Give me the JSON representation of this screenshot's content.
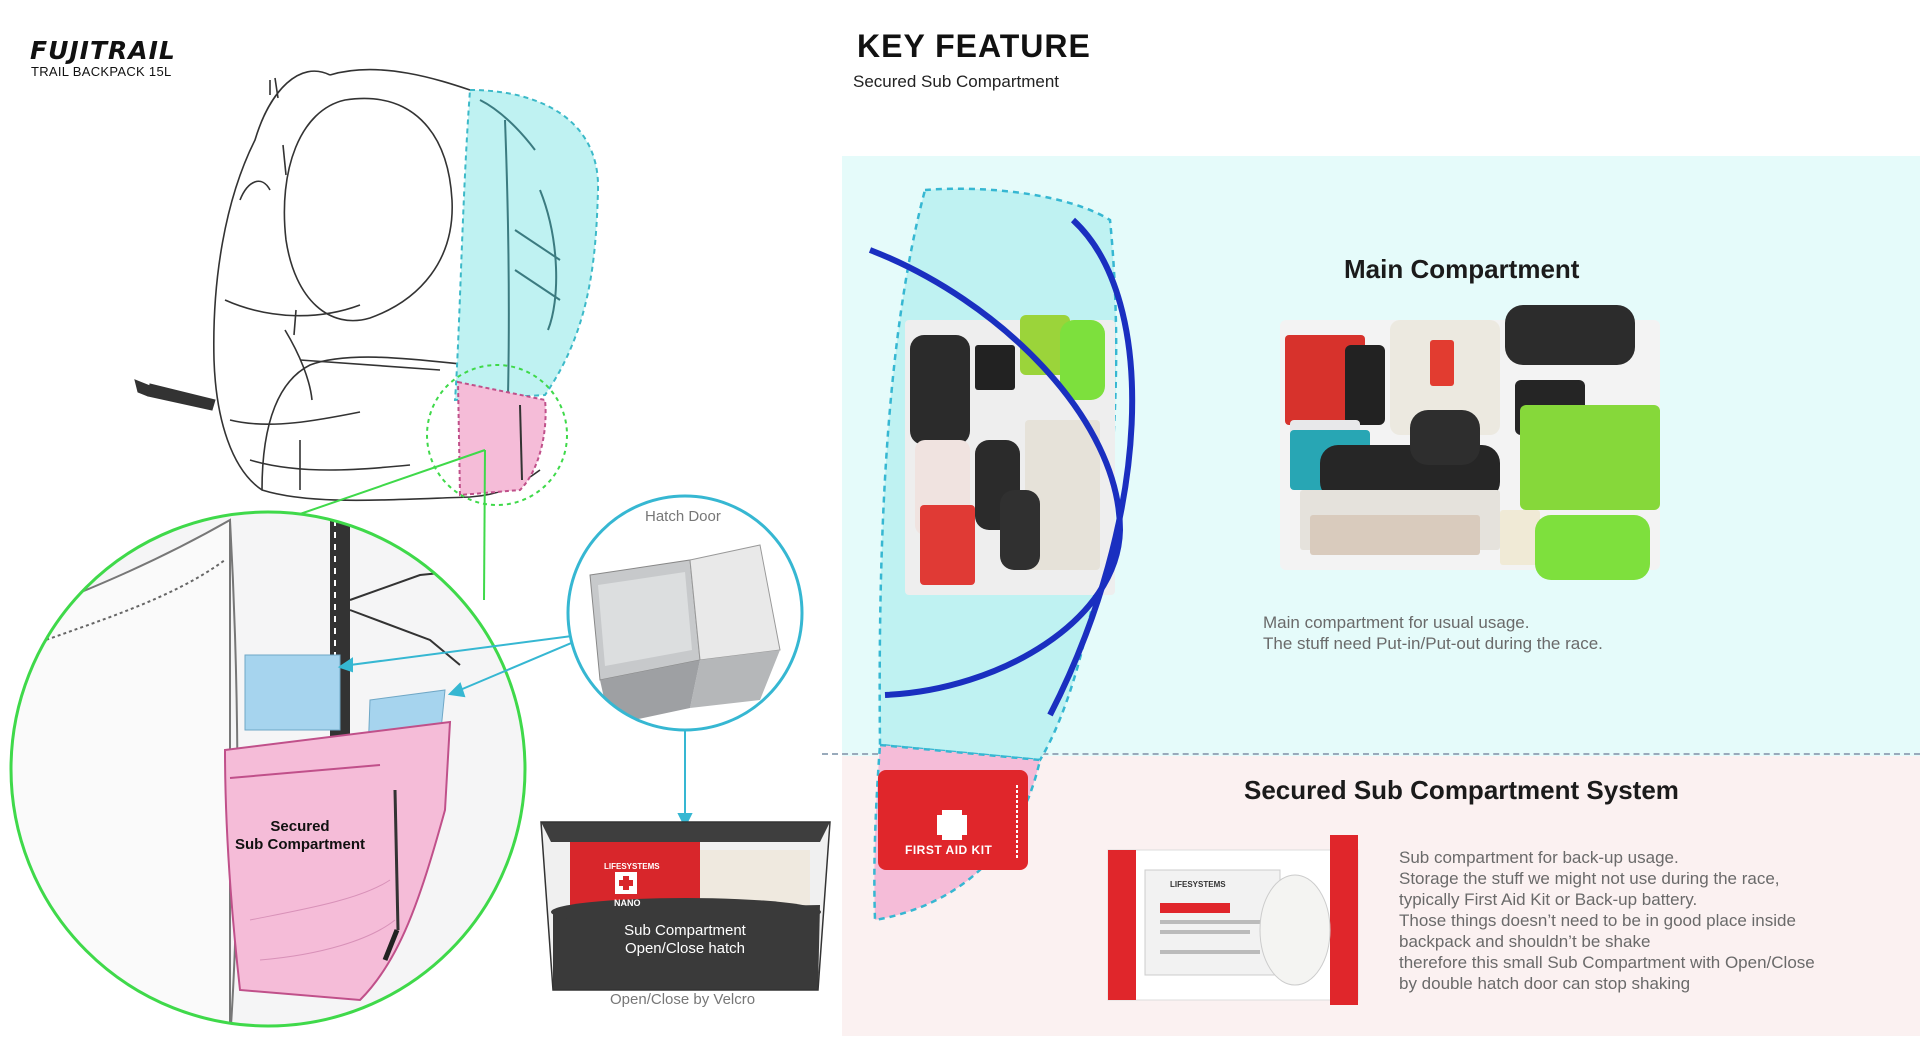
{
  "brand": {
    "logo": "FUJITRAIL",
    "product": "TRAIL BACKPACK 15L"
  },
  "header": {
    "title": "KEY FEATURE",
    "subtitle": "Secured Sub Compartment"
  },
  "left_diagram": {
    "lens_label_line1": "Secured",
    "lens_label_line2": "Sub Compartment",
    "hatch_door_label": "Hatch Door",
    "hatch_label_line1": "Sub Compartment",
    "hatch_label_line2": "Open/Close hatch",
    "velcro_caption": "Open/Close by Velcro",
    "kit_brand": "LIFESYSTEMS",
    "kit_model": "NANO"
  },
  "main_compartment": {
    "title": "Main Compartment",
    "description": [
      "Main compartment for usual usage.",
      "The stuff need Put-in/Put-out during the race."
    ]
  },
  "sub_compartment": {
    "title": "Secured Sub Compartment System",
    "first_aid_label": "FIRST AID KIT",
    "package_brand": "LIFESYSTEMS",
    "description": [
      "Sub compartment for back-up usage.",
      "Storage the stuff we might not use during the race,",
      "typically First Aid Kit or Back-up battery.",
      "Those things doesn’t need to be in good place inside",
      "backpack and shouldn’t be shake",
      "therefore this small Sub Compartment with Open/Close",
      "by double hatch door can stop shaking"
    ]
  },
  "colors": {
    "cyan_area": "#bff2f2",
    "pink_area": "#f5bcd8",
    "lens_green": "#3fd94a",
    "hatch_blue": "#36b7d2",
    "strap_blue": "#1a2fc0",
    "first_aid_red": "#e0262b",
    "main_panel_bg": "#e5fbfa",
    "sub_panel_bg": "#fbf1f1"
  }
}
